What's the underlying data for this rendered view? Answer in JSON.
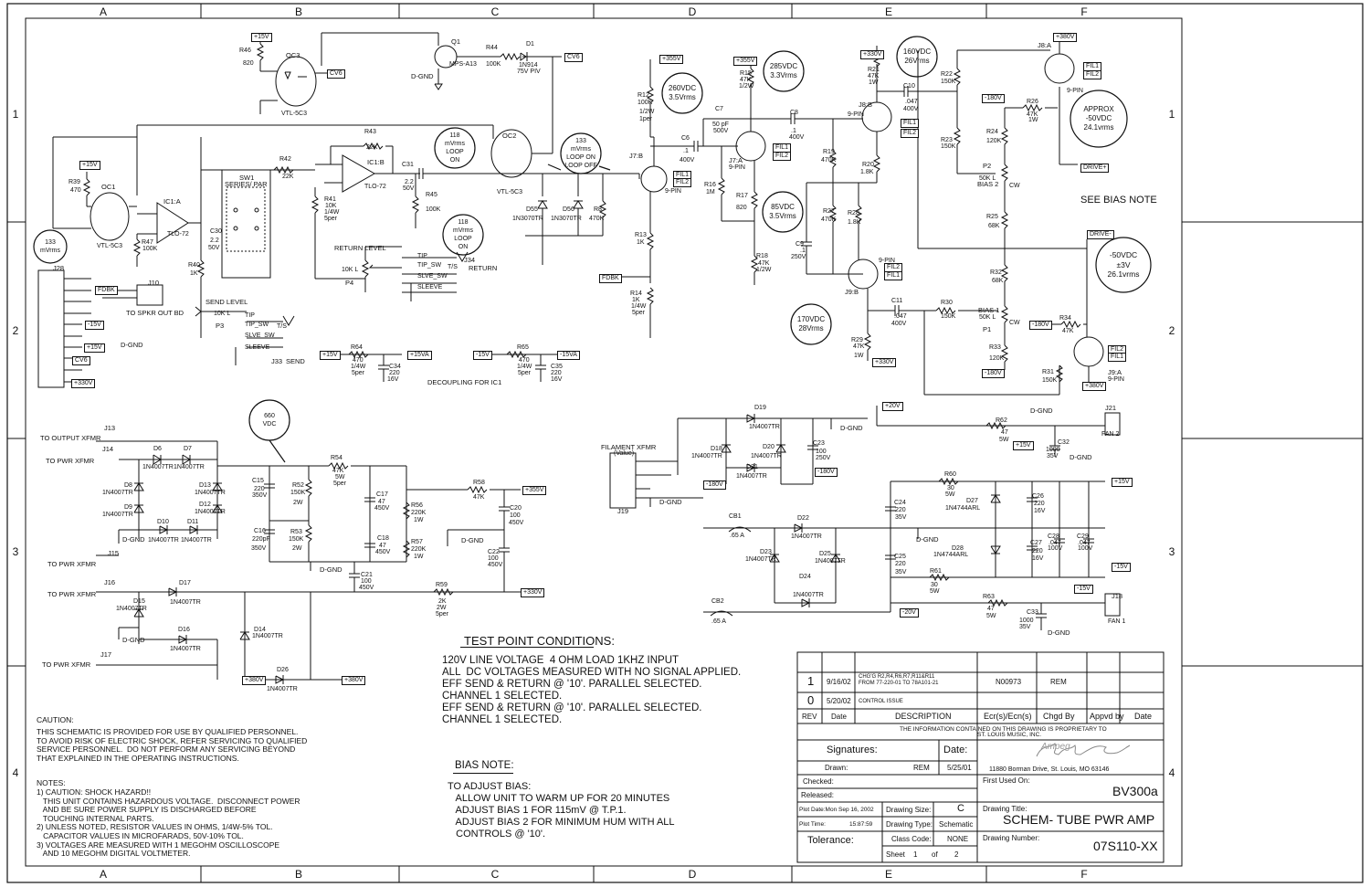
{
  "grid": {
    "columns": [
      "A",
      "B",
      "C",
      "D",
      "E",
      "F"
    ],
    "rows": [
      "1",
      "2",
      "3",
      "4"
    ]
  },
  "labels": {
    "r46": "R46",
    "r46v": "820",
    "oc3": "OC3",
    "vtl_oc3": "VTL-5C3",
    "cv6_a": "CV6",
    "p15_top": "+15V",
    "q1": "Q1",
    "mpsa13": "MPS-A13",
    "dgnd_q1": "D-GND",
    "r44": "R44",
    "r44v": "100K",
    "d1": "D1",
    "d1v": "1N914",
    "d1v2": "75V PIV",
    "cv6_b": "CV6",
    "r39": "R39",
    "r39v": "470",
    "p15_oc1": "+15V",
    "oc1": "OC1",
    "vtl_oc1": "VTL-5C3",
    "ic1a": "IC1:A",
    "tlo72a": "TLO-72",
    "sw1": "SW1",
    "sw1b": "SERIES/ PAR",
    "r42": "R42",
    "r42v": "22K",
    "r43": "R43",
    "r43v": "22K",
    "ic1b": "IC1:B",
    "tlo72b": "TLO-72",
    "c31": "C31",
    "c31v": "2.2",
    "c31v2": "50V",
    "r45": "R45",
    "r45v": "100K",
    "r41": "R41",
    "r41v": "10K",
    "r41v2": "1/4W",
    "r41v3": "5per",
    "oc2": "OC2",
    "vtl_oc2": "VTL-5C3",
    "d55": "D55",
    "d55v": "1N3070TR",
    "d56": "D56",
    "d56v": "1N3070TR",
    "r8": "R8",
    "r8v": "470K",
    "r47": "R47",
    "r47v": "100K",
    "c30": "C30",
    "c30v": "2.2",
    "c30v2": "50V",
    "r40": "R40",
    "r40v": "1K",
    "send_level": "SEND LEVEL",
    "p3": "P3",
    "p3v": "10K L",
    "return_level": "RETURN LEVEL",
    "p4": "P4",
    "p4v": "10K L",
    "j28": "J28",
    "j10": "J10",
    "fdbk_a": "FDBK",
    "to_spkr": "TO SPKR OUT BD",
    "m15_a": "-15V",
    "p15_a": "+15V",
    "cv6_c": "CV6",
    "p330_a": "+330V",
    "dgnd_a": "D-GND",
    "tip_a": "TIP",
    "tip_sw_a": "TIP_SW",
    "slve_sw_a": "SLVE_SW",
    "sleeve_a": "SLEEVE",
    "ts_a": "T/S",
    "j33": "J33",
    "send": "SEND",
    "tip_b": "TIP",
    "tip_sw_b": "TIP_SW",
    "slve_sw_b": "SLVE_SW",
    "sleeve_b": "SLEEVE",
    "ts_b": "T/S",
    "j34": "J34",
    "return": "RETURN",
    "p15_b": "+15V",
    "r64": "R64",
    "r64v": "470",
    "r64v2": "1/4W",
    "r64v3": "5per",
    "p15va": "+15VA",
    "c34": "C34",
    "c34v": "220",
    "c34v2": "16V",
    "m15_b": "-15V",
    "r65": "R65",
    "r65v": "470",
    "r65v2": "1/4W",
    "r65v3": "5per",
    "m15va": "-15VA",
    "c35": "C35",
    "c35v": "220",
    "c35v2": "16V",
    "decoupling": "DECOUPLING FOR IC1",
    "p355_a": "+355V",
    "r12": "R12",
    "r12v": "100K",
    "r12v2": "1/2W",
    "r12v3": "1per",
    "c6": "C6",
    "c6v": ".1",
    "c6v2": "400V",
    "j7b": "J7:B",
    "fil1_a": "FIL1",
    "fil2_a": "FIL2",
    "pin9_a": "9-PIN",
    "r13": "R13",
    "r13v": "1K",
    "fdbk_b": "FDBK",
    "r14": "R14",
    "r14v": "1K",
    "r14v2": "1/4W",
    "r14v3": "5per",
    "p355_b": "+355V",
    "r15": "R15",
    "r15v": "47K",
    "r15v2": "1/2W",
    "c7": "C7",
    "c7v": "50 pF",
    "c7v2": "500V",
    "c8": "C8",
    "c8v": ".1",
    "c8v2": "400V",
    "j7a": "J7:A",
    "fil1_b": "FIL1",
    "fil2_b": "FIL2",
    "pin9_b": "9-PIN",
    "r16": "R16",
    "r16v": "1M",
    "r17": "R17",
    "r17v": "820",
    "r18": "R18",
    "r18v": "47K",
    "r18v2": "1/2W",
    "r19": "R19",
    "r19v": "470K",
    "r27": "R27",
    "r27v": "470K",
    "c9": "C9",
    "c9v": ".1",
    "c9v2": "250V",
    "p330_b": "+330V",
    "r21": "R21",
    "r21v": "47K",
    "r21v2": "1W",
    "c10": "C10",
    "c10v": ".047",
    "c10v2": "400V",
    "j8b": "J8:B",
    "pin9_c": "9-PIN",
    "fil1_c": "FIL1",
    "fil2_c": "FIL2",
    "r20": "R20",
    "r20v": "1.8K",
    "r28": "R28",
    "r28v": "1.8K",
    "j9b": "J9:B",
    "pin9_d": "9-PIN",
    "fil2_d": "FIL2",
    "fil1_d": "FIL1",
    "c11": "C11",
    "c11v": ".047",
    "c11v2": "400V",
    "r29": "R29",
    "r29v": "47K",
    "r29v2": "1W",
    "p330_c": "+330V",
    "r22": "R22",
    "r22v": "150K",
    "r23": "R23",
    "r23v": "150K",
    "m180_a": "-180V",
    "r26": "R26",
    "r26v": "47K",
    "r26v2": "1W",
    "r24": "R24",
    "r24v": "120K",
    "p2": "P2",
    "p2v": "50K L",
    "bias2": "BIAS 2",
    "cw_a": "CW",
    "r25": "R25",
    "r25v": "68K",
    "r32": "R32",
    "r32v": "68K",
    "r30": "R30",
    "r30v": "150K",
    "bias1": "BIAS 1",
    "bias1v": "50K L",
    "p1": "P1",
    "cw_b": "CW",
    "r33": "R33",
    "r33v": "120K",
    "m180_b": "-180V",
    "m180_c": "-180V",
    "r34": "R34",
    "r34v": "47K",
    "r31": "R31",
    "r31v": "150K",
    "p380_a": "+380V",
    "j9a": "J9:A",
    "pin9_e": "9-PIN",
    "fil2_e": "FIL2",
    "fil1_e": "FIL1",
    "drive_m": "DRIVE-",
    "p380_b": "+380V",
    "j8a": "J8:A",
    "fil1_f": "FIL1",
    "fil2_f": "FIL2",
    "pin9_f": "9-PIN",
    "drive_p": "DRIVE+",
    "see_bias": "SEE BIAS NOTE",
    "to_out_xfmr": "TO OUTPUT XFMR",
    "j13": "J13",
    "j14": "J14",
    "to_pwr_a": "TO PWR XFMR",
    "d6": "D6",
    "d6v": "1N4007TR",
    "d7": "D7",
    "d7v": "1N4007TR",
    "d8": "D8",
    "d8v": "1N4007TR",
    "d9": "D9",
    "d9v": "1N4007TR",
    "d13": "D13",
    "d13v": "1N4007TR",
    "d12": "D12",
    "d12v": "1N4007TR",
    "d10": "D10",
    "d10v": "1N4007TR",
    "d11": "D11",
    "d11v": "1N4007TR",
    "dgnd_b": "D-GND",
    "j15": "J15",
    "to_pwr_b": "TO PWR XFMR",
    "c15": "C15",
    "c15v": "220",
    "c15v2": "350V",
    "r52": "R52",
    "r52v": "150K",
    "r52v2": "2W",
    "c16": "C16",
    "c16v": "220pF",
    "c16v2": "350V",
    "r53": "R53",
    "r53v": "150K",
    "r53v2": "2W",
    "r54": "R54",
    "r54v": "47K",
    "r54v2": "5W",
    "r54v3": "5per",
    "c17": "C17",
    "c17v": "47",
    "c17v2": "450V",
    "c18": "C18",
    "c18v": "47",
    "c18v2": "450V",
    "r56": "R56",
    "r56v": "220K",
    "r56v2": "1W",
    "r57": "R57",
    "r57v": "220K",
    "r57v2": "1W",
    "dgnd_c": "D-GND",
    "c21": "C21",
    "c21v": "100",
    "c21v2": "450V",
    "r58": "R58",
    "r58v": "47K",
    "p355_c": "+355V",
    "c20": "C20",
    "c20v": "100",
    "c20v2": "450V",
    "dgnd_d": "D-GND",
    "c22": "C22",
    "c22v": "100",
    "c22v2": "450V",
    "j16": "J16",
    "to_pwr_c": "TO PWR XFMR",
    "d17": "D17",
    "d17v": "1N4007TR",
    "d15": "D15",
    "d15v": "1N4007TR",
    "dgnd_e": "D-GND",
    "d16": "D16",
    "d16v": "1N4007TR",
    "d14": "D14",
    "d14v": "1N4007TR",
    "r59": "R59",
    "r59v": "2K",
    "r59v2": "2W",
    "r59v3": "5per",
    "p330_d": "+330V",
    "j17": "J17",
    "to_pwr_d": "TO PWR XFMR",
    "p380_c": "+380V",
    "d26": "D26",
    "d26v": "1N4007TR",
    "p380_d": "+380V",
    "fil_xfmr": "FILAMENT XFMR",
    "fil_xfmr_v": "(Value)",
    "j19": "J19",
    "dgnd_f": "D-GND",
    "d19": "D19",
    "d19v": "1N4007TR",
    "d18": "D18",
    "d18v": "1N4007TR",
    "d20": "D20",
    "d20v": "1N4007TR",
    "d21": "D21",
    "d21v": "1N4007TR",
    "c23": "C23",
    "c23v": "100",
    "c23v2": "250V",
    "dgnd_g": "D-GND",
    "m180_d": "-180V",
    "m180_e": "-180V",
    "cb1": "CB1",
    "cb1v": ".65 A",
    "d22": "D22",
    "d22v": "1N4007TR",
    "d23": "D23",
    "d23v": "1N4007TR",
    "d25": "D25",
    "d25v": "1N4007TR",
    "d24": "D24",
    "d24v": "1N4007TR",
    "cb2": "CB2",
    "cb2v": ".65 A",
    "p20": "+20V",
    "r62": "R62",
    "r62v": "47",
    "r62v2": "5W",
    "dgnd_h": "D-GND",
    "j21": "J21",
    "fan2": "FAN 2",
    "p15_c": "+15V",
    "c32": "C32",
    "c32v": "1000",
    "c32v2": "35V",
    "dgnd_i": "D-GND",
    "p15_d": "+15V",
    "r60": "R60",
    "r60v": "30",
    "r60v2": "5W",
    "d27": "D27",
    "d27v": "1N4744ARL",
    "c24": "C24",
    "c24v": "220",
    "c24v2": "35V",
    "c26": "C26",
    "c26v": "220",
    "c26v2": "16V",
    "dgnd_j": "D-GND",
    "d28": "D28",
    "d28v": "1N4744ARL",
    "c25": "C25",
    "c25v": "220",
    "c25v2": "35V",
    "c27": "C27",
    "c27v": "220",
    "c27v2": "16V",
    "c28": "C28",
    "c28v": ".047",
    "c28v2": "100V",
    "c29": "C29",
    "c29v": ".047",
    "c29v2": "100V",
    "r61": "R61",
    "r61v": "30",
    "r61v2": "5W",
    "m15_c": "-15V",
    "m15_d": "-15V",
    "r63": "R63",
    "r63v": "47",
    "r63v2": "5W",
    "m20": "-20V",
    "j18": "J18",
    "fan1": "FAN 1",
    "c33": "C33",
    "c33v": "1000",
    "c33v2": "35V",
    "dgnd_k": "D-GND"
  },
  "bubbles": {
    "b133a": [
      "133",
      "mVrms"
    ],
    "b118a": [
      "118",
      "mVrms",
      "LOOP",
      "ON"
    ],
    "b133b": [
      "133",
      "mVrms",
      "LOOP ON",
      "LOOP OFF"
    ],
    "b118b": [
      "118",
      "mVrms",
      "LOOP",
      "ON"
    ],
    "b260": [
      "260VDC",
      "3.5Vrms"
    ],
    "b285": [
      "285VDC",
      "3.3Vrms"
    ],
    "b85": [
      "85VDC",
      "3.5Vrms"
    ],
    "b160": [
      "160VDC",
      "26Vrms"
    ],
    "b170": [
      "170VDC",
      "28Vrms"
    ],
    "bapprox": [
      "APPROX",
      "-50VDC",
      "24.1vrms"
    ],
    "bbias": [
      "-50VDC",
      "±3V",
      "26.1vrms"
    ],
    "b660": [
      "660",
      "VDC"
    ]
  },
  "notes": {
    "test_title": "TEST POINT CONDITIONS:",
    "test_body": "120V LINE VOLTAGE  4 OHM LOAD 1KHZ INPUT\nALL  DC VOLTAGES MEASURED WITH NO SIGNAL APPLIED.\nEFF SEND & RETURN @ '10'. PARALLEL SELECTED.\nCHANNEL 1 SELECTED.\nEFF SEND & RETURN @ '10'. PARALLEL SELECTED.\nCHANNEL 1 SELECTED.",
    "bias_title": "BIAS NOTE:",
    "bias_body": "TO ADJUST BIAS:\n   ALLOW UNIT TO WARM UP FOR 20 MINUTES\n   ADJUST BIAS 1 FOR 115mV @ T.P.1.\n   ADJUST BIAS 2 FOR MINIMUM HUM WITH ALL\n   CONTROLS @ '10'.",
    "caution_title": "CAUTION:",
    "caution_body": "THIS SCHEMATIC IS PROVIDED FOR USE BY QUALIFIED PERSONNEL.\nTO AVOID RISK OF ELECTRIC SHOCK, REFER SERVICING TO QUALIFIED\nSERVICE PERSONNEL.  DO NOT PERFORM ANY SERVICING BEYOND\nTHAT EXPLAINED IN THE OPERATING INSTRUCTIONS.",
    "notes_title": "NOTES:",
    "notes_body": "1) CAUTION: SHOCK HAZARD!!\n   THIS UNIT CONTAINS HAZARDOUS VOLTAGE.  DISCONNECT POWER\n   AND BE SURE POWER SUPPLY IS DISCHARGED BEFORE\n   TOUCHING INTERNAL PARTS.\n2) UNLESS NOTED, RESISTOR VALUES IN OHMS, 1/4W-5% TOL.\n   CAPACITOR VALUES IN MICROFARADS, 50V-10% TOL.\n3) VOLTAGES ARE MEASURED WITH 1 MEGOHM OSCILLOSCOPE\n   AND 10 MEGOHM DIGITAL VOLTMETER."
  },
  "title_block": {
    "rev1": "1",
    "rev1_date": "9/16/02",
    "rev1_desc": "CHG'G R2,R4,R6,R7,R11&R11",
    "rev1_desc2": "FROM 77-220-01 TO 78A101-21",
    "rev1_ecr": "N00973",
    "rev1_chgd": "REM",
    "rev0": "0",
    "rev0_date": "5/20/02",
    "rev0_desc": "CONTROL ISSUE",
    "h_rev": "REV",
    "h_date": "Date",
    "h_desc": "DESCRIPTION",
    "h_ecr": "Ecr(s)/Ecn(s)",
    "h_chgd": "Chgd By",
    "h_appvd": "Appvd by",
    "h_date2": "Date",
    "proprietary": "THE INFORMATION CONTAINED ON THIS DRAWING IS PROPRIETARY TO",
    "proprietary2": "ST. LOUIS MUSIC, INC.",
    "signatures": "Signatures:",
    "date_h": "Date:",
    "drawn": "Drawn:",
    "drawn_by": "REM",
    "drawn_date": "5/25/01",
    "checked": "Checked:",
    "released": "Released:",
    "address": "11880 Borman Drive, St. Louis, MO 63146",
    "logo_text": "Ampeg",
    "first_used": "First Used On:",
    "first_used_v": "BV300a",
    "plot_date": "Plot Date:Mon Sep 16, 2002",
    "plot_time": "Plot Time:",
    "plot_time_v": "15:87:59",
    "size_l": "Drawing Size:",
    "size_v": "C",
    "type_l": "Drawing Type:",
    "type_v": "Schematic",
    "title_l": "Drawing Title:",
    "title_v": "SCHEM- TUBE PWR AMP",
    "tolerance": "Tolerance:",
    "class_l": "Class Code:",
    "class_v": "NONE",
    "num_l": "Drawing Number:",
    "num_v": "07S110-XX",
    "sheet": "Sheet",
    "sheet_n": "1",
    "sheet_of": "of",
    "sheet_t": "2"
  }
}
